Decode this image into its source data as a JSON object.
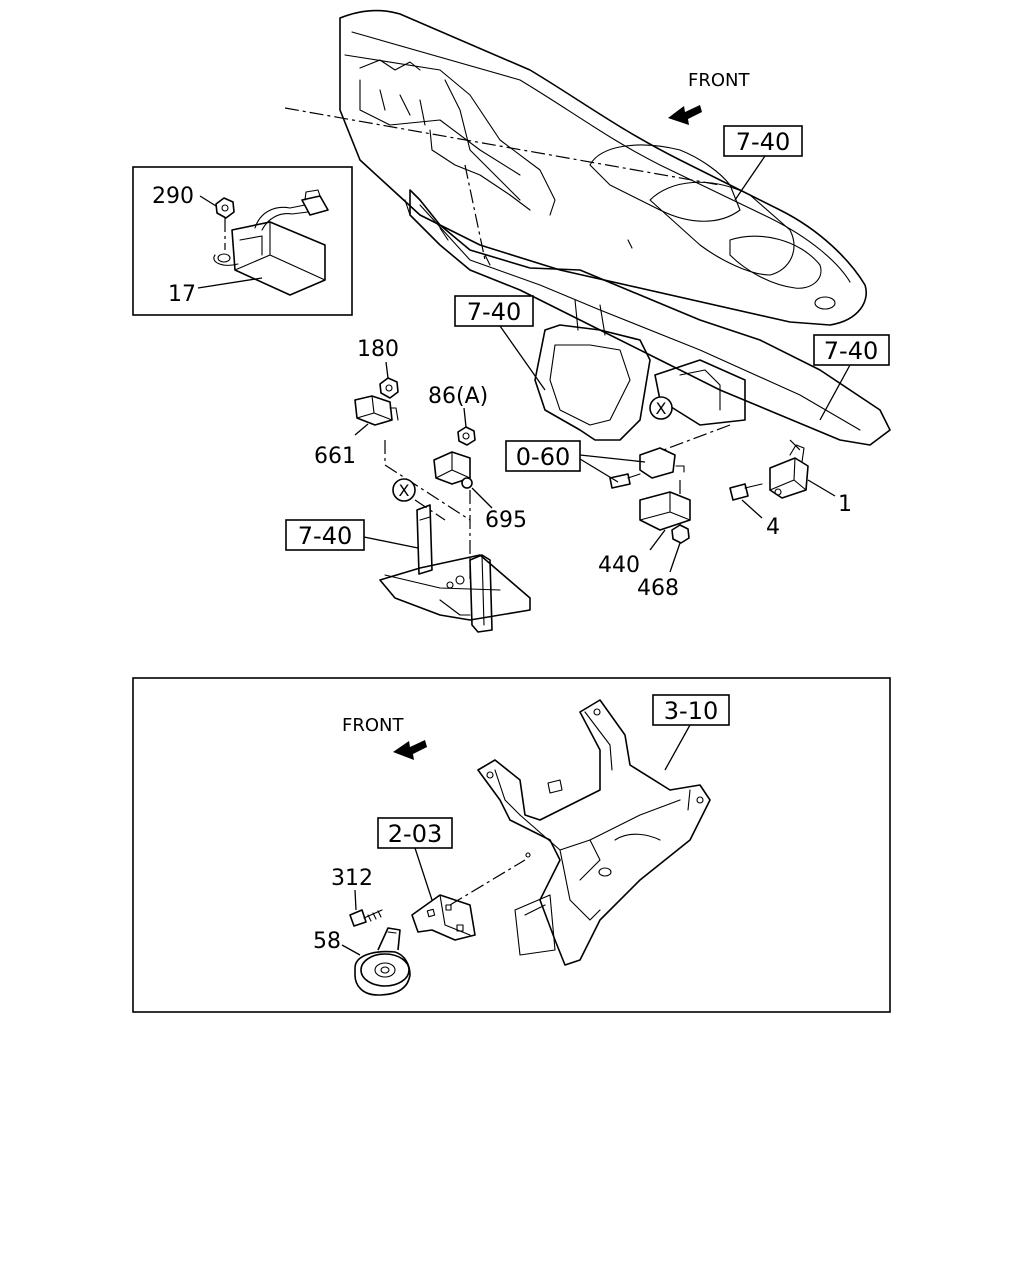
{
  "top_view": {
    "front_label": "FRONT",
    "refs": [
      "7-40",
      "7-40",
      "7-40",
      "7-40",
      "0-60"
    ],
    "parts": [
      "290",
      "17",
      "180",
      "661",
      "86(A)",
      "695",
      "440",
      "468",
      "4",
      "1"
    ],
    "markers": [
      "X",
      "X"
    ]
  },
  "bottom_view": {
    "front_label": "FRONT",
    "refs": [
      "3-10",
      "2-03"
    ],
    "parts": [
      "312",
      "58"
    ]
  }
}
